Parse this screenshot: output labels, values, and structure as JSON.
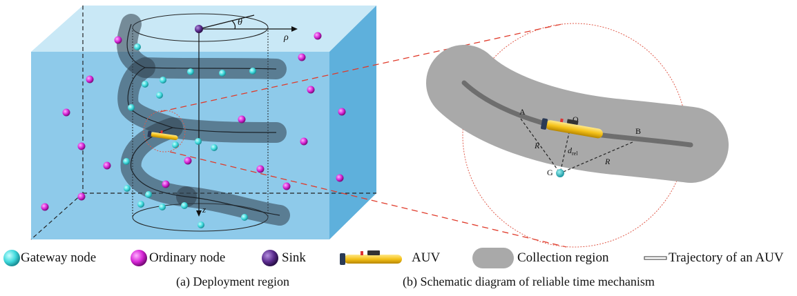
{
  "diagram_a": {
    "labels": {
      "theta": "θ",
      "rho": "ρ",
      "z": "z"
    },
    "colors": {
      "water_front": "#8ecaea",
      "water_top": "#c9e8f6",
      "water_side": "#5eb0dc",
      "gateway": "#45e3e3",
      "ordinary": "#d92ad9",
      "sink": "#5b2c8e",
      "tube": "#2f3e4a"
    }
  },
  "diagram_b": {
    "labels": {
      "a": "A",
      "b": "B",
      "o": "O",
      "g": "G",
      "r_left": "R",
      "r_right": "R",
      "d_rel": "d",
      "d_rel_sub": "rel"
    },
    "colors": {
      "region": "#a9a9a9",
      "trajectory": "#6e6e6e",
      "circle": "#e05a4a",
      "zoom_lines": "#e03a2a"
    }
  },
  "legend": [
    {
      "icon": "gateway-node-icon",
      "label": "Gateway node"
    },
    {
      "icon": "ordinary-node-icon",
      "label": "Ordinary node"
    },
    {
      "icon": "sink-icon",
      "label": "Sink"
    },
    {
      "icon": "auv-icon",
      "label": "AUV"
    },
    {
      "icon": "collection-region-icon",
      "label": "Collection region"
    },
    {
      "icon": "trajectory-icon",
      "label": "Trajectory of an AUV"
    }
  ],
  "captions": {
    "a": "(a) Deployment region",
    "b": "(b)  Schematic diagram of reliable time mechanism"
  }
}
